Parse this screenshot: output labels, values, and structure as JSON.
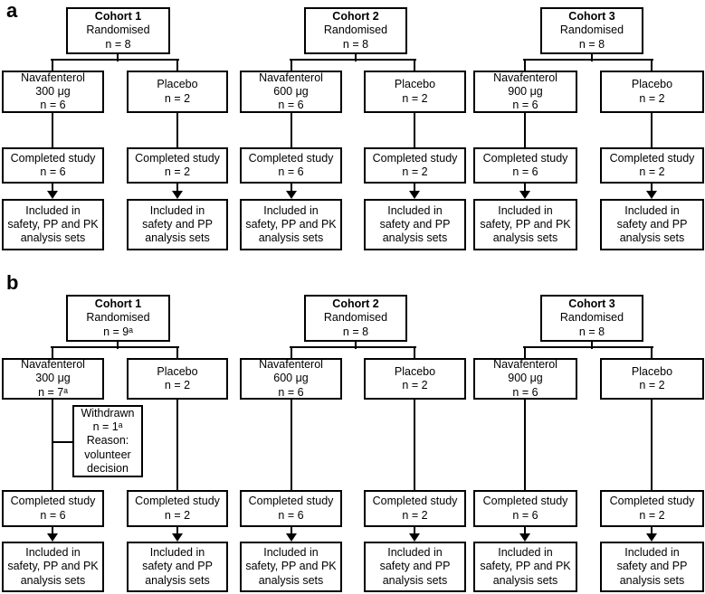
{
  "colors": {
    "line": "#000000",
    "background": "#ffffff",
    "text": "#000000"
  },
  "panels": [
    {
      "label": "a",
      "cohorts": [
        {
          "title": "Cohort 1",
          "randomised": "Randomised\nn = 8",
          "arms": [
            {
              "box": "Navafenterol\n300 μg\nn = 6",
              "completed": "Completed study\nn = 6",
              "included": "Included in\nsafety, PP and PK\nanalysis sets"
            },
            {
              "box": "Placebo\nn = 2",
              "completed": "Completed study\nn = 2",
              "included": "Included in\nsafety and PP\nanalysis sets"
            }
          ]
        },
        {
          "title": "Cohort 2",
          "randomised": "Randomised\nn = 8",
          "arms": [
            {
              "box": "Navafenterol\n600 μg\nn = 6",
              "completed": "Completed study\nn = 6",
              "included": "Included in\nsafety, PP and PK\nanalysis sets"
            },
            {
              "box": "Placebo\nn = 2",
              "completed": "Completed study\nn = 2",
              "included": "Included in\nsafety and PP\nanalysis sets"
            }
          ]
        },
        {
          "title": "Cohort 3",
          "randomised": "Randomised\nn = 8",
          "arms": [
            {
              "box": "Navafenterol\n900 μg\nn = 6",
              "completed": "Completed study\nn = 6",
              "included": "Included in\nsafety, PP and PK\nanalysis sets"
            },
            {
              "box": "Placebo\nn = 2",
              "completed": "Completed study\nn = 2",
              "included": "Included in\nsafety and PP\nanalysis sets"
            }
          ]
        }
      ]
    },
    {
      "label": "b",
      "cohorts": [
        {
          "title": "Cohort 1",
          "randomised": "Randomised\nn = 9ᵃ",
          "arms": [
            {
              "box": "Navafenterol\n300 μg\nn = 7ᵃ",
              "withdrawn": "Withdrawn\nn = 1ᵃ\nReason:\nvolunteer\ndecision",
              "completed": "Completed study\nn = 6",
              "included": "Included in\nsafety, PP and PK\nanalysis sets"
            },
            {
              "box": "Placebo\nn = 2",
              "completed": "Completed study\nn = 2",
              "included": "Included in\nsafety and PP\nanalysis sets"
            }
          ]
        },
        {
          "title": "Cohort 2",
          "randomised": "Randomised\nn = 8",
          "arms": [
            {
              "box": "Navafenterol\n600 μg\nn = 6",
              "completed": "Completed study\nn = 6",
              "included": "Included in\nsafety, PP and PK\nanalysis sets"
            },
            {
              "box": "Placebo\nn = 2",
              "completed": "Completed study\nn = 2",
              "included": "Included in\nsafety and PP\nanalysis sets"
            }
          ]
        },
        {
          "title": "Cohort 3",
          "randomised": "Randomised\nn = 8",
          "arms": [
            {
              "box": "Navafenterol\n900 μg\nn = 6",
              "completed": "Completed study\nn = 6",
              "included": "Included in\nsafety, PP and PK\nanalysis sets"
            },
            {
              "box": "Placebo\nn = 2",
              "completed": "Completed study\nn = 2",
              "included": "Included in\nsafety and PP\nanalysis sets"
            }
          ]
        }
      ]
    }
  ]
}
